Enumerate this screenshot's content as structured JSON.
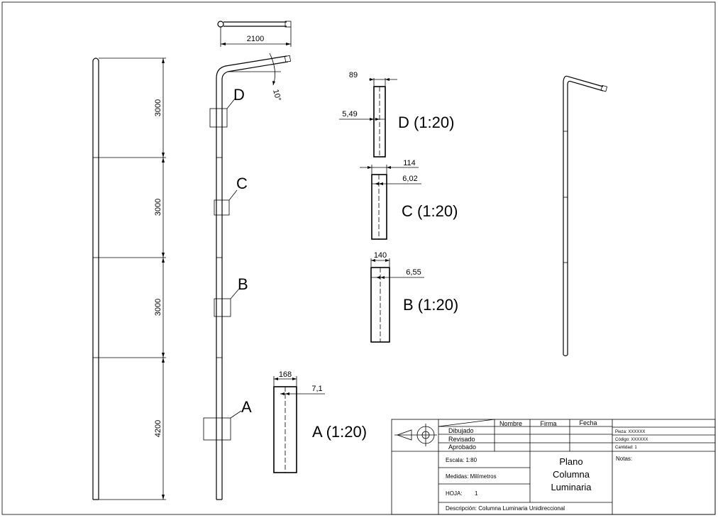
{
  "drawing": {
    "dimensions": {
      "top_width": "2100",
      "angle": "10°",
      "seg1": "3000",
      "seg2": "3000",
      "seg3": "3000",
      "seg4": "4200"
    },
    "callouts": {
      "a": "A",
      "b": "B",
      "c": "C",
      "d": "D"
    },
    "sections": {
      "d": {
        "title": "D (1:20)",
        "width": "89",
        "thickness": "5,49"
      },
      "c": {
        "title": "C (1:20)",
        "width": "114",
        "thickness": "6,02"
      },
      "b": {
        "title": "B (1:20)",
        "width": "140",
        "thickness": "6,55"
      },
      "a": {
        "title": "A (1:20)",
        "width": "168",
        "thickness": "7,1"
      }
    }
  },
  "title_block": {
    "headers": {
      "nombre": "Nombre",
      "firma": "Firma",
      "fecha": "Fecha"
    },
    "rows": {
      "dibujado": "Dibujado",
      "revisado": "Revisado",
      "aprobado": "Aprobado"
    },
    "pieza": "Pieza: XXXXXX",
    "codigo": "Código: XXXXXX",
    "cantidad": "Cantidad: 1",
    "escala": "Escala: 1:80",
    "medidas": "Medidas: Milímetros",
    "hoja_label": "HOJA:",
    "hoja_value": "1",
    "plano_line1": "Plano",
    "plano_line2": "Columna",
    "plano_line3": "Luminaria",
    "notas": "Notas:",
    "descripcion": "Descripción: Columna Luminaria Unidireccional"
  }
}
